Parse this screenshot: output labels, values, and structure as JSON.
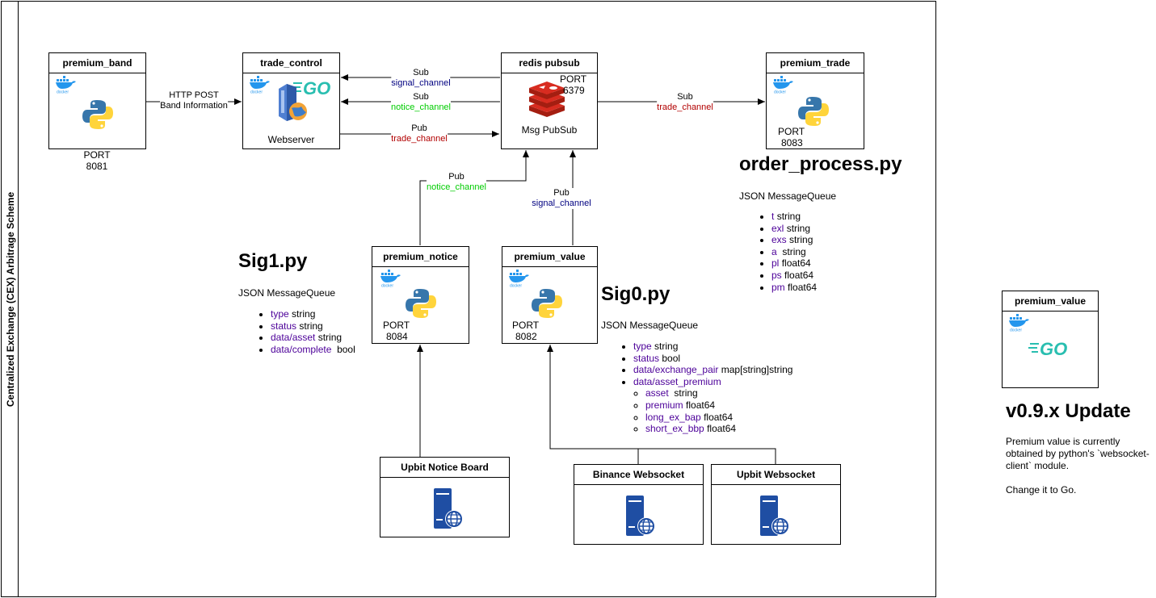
{
  "diagram_title": "Centralized Exchange (CEX) Arbitrage Scheme",
  "colors": {
    "signal": "#000080",
    "notice": "#00cc00",
    "trade": "#b20000",
    "field": "#4c0099",
    "go": "#29beb0",
    "docker": "#2496ed",
    "server": "#1f4ea3"
  },
  "boxes": {
    "premium_band": {
      "title": "premium_band",
      "port_label": "PORT",
      "port": "8081",
      "icons": [
        "docker-icon",
        "python-icon"
      ]
    },
    "trade_control": {
      "title": "trade_control",
      "caption": "Webserver",
      "icons": [
        "docker-icon",
        "go-icon",
        "webserver-icon"
      ]
    },
    "redis": {
      "title": "redis pubsub",
      "port_label": "PORT",
      "port": "6379",
      "caption": "Msg PubSub",
      "icons": [
        "redis-icon"
      ]
    },
    "premium_trade": {
      "title": "premium_trade",
      "port_label": "PORT",
      "port": "8083",
      "icons": [
        "docker-icon",
        "python-icon"
      ]
    },
    "premium_notice": {
      "title": "premium_notice",
      "port_label": "PORT",
      "port": "8084",
      "icons": [
        "docker-icon",
        "python-icon"
      ]
    },
    "premium_value": {
      "title": "premium_value",
      "port_label": "PORT",
      "port": "8082",
      "icons": [
        "docker-icon",
        "python-icon"
      ]
    },
    "premium_value_go": {
      "title": "premium_value",
      "icons": [
        "docker-icon",
        "go-icon"
      ]
    },
    "upbit_notice": {
      "title": "Upbit Notice Board",
      "icons": [
        "server-icon"
      ]
    },
    "binance_ws": {
      "title": "Binance Websocket",
      "icons": [
        "server-icon"
      ]
    },
    "upbit_ws": {
      "title": "Upbit Websocket",
      "icons": [
        "server-icon"
      ]
    }
  },
  "edges": {
    "band_to_control": {
      "line1": "HTTP POST",
      "line2": "Band Information"
    },
    "sub_signal": {
      "verb": "Sub",
      "channel": "signal_channel"
    },
    "sub_notice": {
      "verb": "Sub",
      "channel": "notice_channel"
    },
    "pub_trade": {
      "verb": "Pub",
      "channel": "trade_channel"
    },
    "sub_trade": {
      "verb": "Sub",
      "channel": "trade_channel"
    },
    "pub_notice": {
      "verb": "Pub",
      "channel": "notice_channel"
    },
    "pub_signal": {
      "verb": "Pub",
      "channel": "signal_channel"
    }
  },
  "sig1": {
    "title": "Sig1.py",
    "subtitle": "JSON MessageQueue",
    "fields": [
      {
        "key": "type",
        "type": "string"
      },
      {
        "key": "status",
        "type": "string"
      },
      {
        "key": "data/asset",
        "type": "string"
      },
      {
        "key": "data/complete",
        "type": " bool"
      }
    ]
  },
  "sig0": {
    "title": "Sig0.py",
    "subtitle": "JSON MessageQueue",
    "fields": [
      {
        "key": "type",
        "type": "string"
      },
      {
        "key": "status",
        "type": "bool"
      },
      {
        "key": "data/exchange_pair",
        "type": "map[string]string"
      },
      {
        "key": "data/asset_premium",
        "type": ""
      }
    ],
    "subfields": [
      {
        "key": "asset",
        "type": " string"
      },
      {
        "key": "premium",
        "type": "float64"
      },
      {
        "key": "long_ex_bap",
        "type": "float64"
      },
      {
        "key": "short_ex_bbp",
        "type": "float64"
      }
    ]
  },
  "order": {
    "title": "order_process.py",
    "subtitle": "JSON MessageQueue",
    "fields": [
      {
        "key": "t",
        "type": "string"
      },
      {
        "key": "exl",
        "type": "string"
      },
      {
        "key": "exs",
        "type": "string"
      },
      {
        "key": "a",
        "type": " string"
      },
      {
        "key": "pl",
        "type": "float64"
      },
      {
        "key": "ps",
        "type": "float64"
      },
      {
        "key": "pm",
        "type": "float64"
      }
    ]
  },
  "update": {
    "title": "v0.9.x Update",
    "line1": "Premium value is currently",
    "line2": "obtained by python's `websocket-",
    "line3": "client` module.",
    "line4": "Change it to Go."
  }
}
